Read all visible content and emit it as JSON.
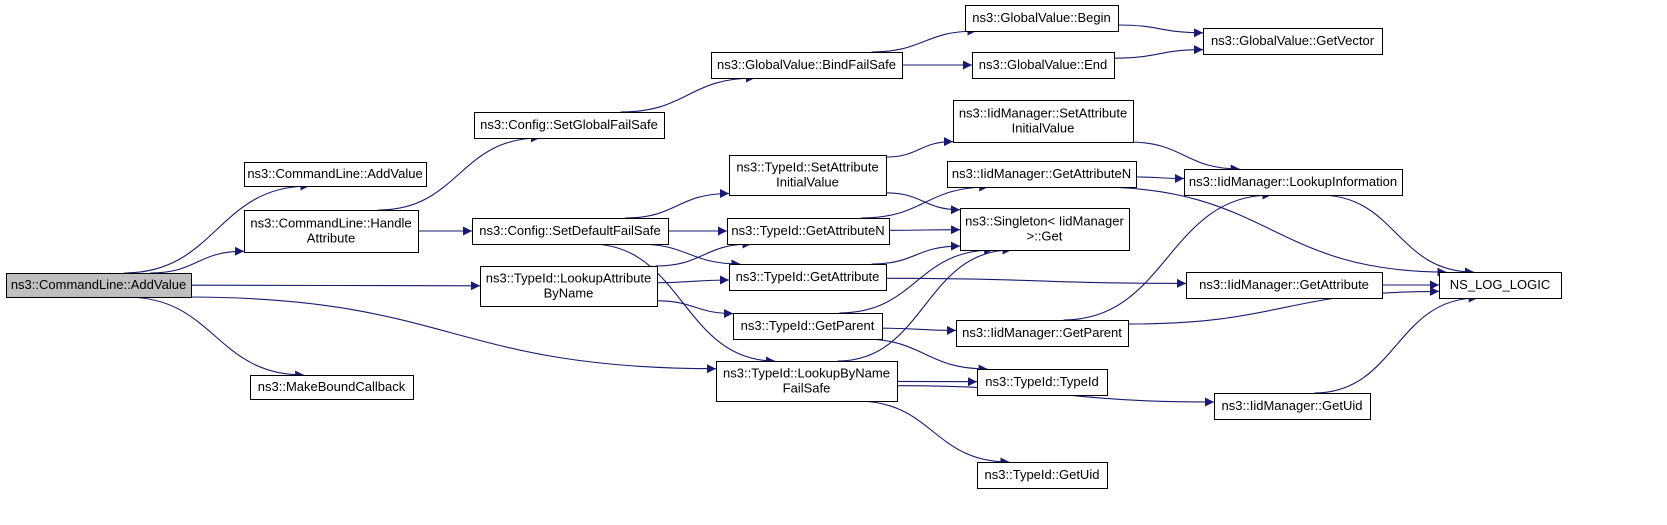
{
  "colors": {
    "edge": "#191970",
    "node_fill": "#ffffff",
    "root_fill": "#bfbfbf",
    "node_border": "#000000"
  },
  "nodes": [
    {
      "id": "root",
      "lines": [
        "ns3::CommandLine::AddValue"
      ],
      "highlight": true
    },
    {
      "id": "cl_addvalue2",
      "lines": [
        "ns3::CommandLine::AddValue"
      ]
    },
    {
      "id": "cl_handle",
      "lines": [
        "ns3::CommandLine::Handle",
        "Attribute"
      ]
    },
    {
      "id": "make_bound",
      "lines": [
        "ns3::MakeBoundCallback"
      ]
    },
    {
      "id": "cfg_global",
      "lines": [
        "ns3::Config::SetGlobalFailSafe"
      ]
    },
    {
      "id": "cfg_default",
      "lines": [
        "ns3::Config::SetDefaultFailSafe"
      ]
    },
    {
      "id": "gv_bind",
      "lines": [
        "ns3::GlobalValue::BindFailSafe"
      ]
    },
    {
      "id": "gv_begin",
      "lines": [
        "ns3::GlobalValue::Begin"
      ]
    },
    {
      "id": "gv_end",
      "lines": [
        "ns3::GlobalValue::End"
      ]
    },
    {
      "id": "gv_vector",
      "lines": [
        "ns3::GlobalValue::GetVector"
      ]
    },
    {
      "id": "tid_lookupattr",
      "lines": [
        "ns3::TypeId::LookupAttribute",
        "ByName"
      ]
    },
    {
      "id": "tid_setattr",
      "lines": [
        "ns3::TypeId::SetAttribute",
        "InitialValue"
      ]
    },
    {
      "id": "tid_getattrn",
      "lines": [
        "ns3::TypeId::GetAttributeN"
      ]
    },
    {
      "id": "tid_getattr",
      "lines": [
        "ns3::TypeId::GetAttribute"
      ]
    },
    {
      "id": "tid_getparent",
      "lines": [
        "ns3::TypeId::GetParent"
      ]
    },
    {
      "id": "tid_lookupbyname",
      "lines": [
        "ns3::TypeId::LookupByName",
        "FailSafe"
      ]
    },
    {
      "id": "tid_typeid",
      "lines": [
        "ns3::TypeId::TypeId"
      ]
    },
    {
      "id": "tid_getuid",
      "lines": [
        "ns3::TypeId::GetUid"
      ]
    },
    {
      "id": "iid_setattr",
      "lines": [
        "ns3::IidManager::SetAttribute",
        "InitialValue"
      ]
    },
    {
      "id": "iid_getattrn",
      "lines": [
        "ns3::IidManager::GetAttributeN"
      ]
    },
    {
      "id": "singleton",
      "lines": [
        "ns3::Singleton< IidManager",
        " >::Get"
      ]
    },
    {
      "id": "iid_lookupinfo",
      "lines": [
        "ns3::IidManager::LookupInformation"
      ]
    },
    {
      "id": "iid_getattr",
      "lines": [
        "ns3::IidManager::GetAttribute"
      ]
    },
    {
      "id": "iid_getparent",
      "lines": [
        "ns3::IidManager::GetParent"
      ]
    },
    {
      "id": "iid_getuid",
      "lines": [
        "ns3::IidManager::GetUid"
      ]
    },
    {
      "id": "log_logic",
      "lines": [
        "NS_LOG_LOGIC"
      ]
    }
  ],
  "edges": [
    [
      "root",
      "cl_addvalue2"
    ],
    [
      "root",
      "cl_handle"
    ],
    [
      "root",
      "make_bound"
    ],
    [
      "root",
      "tid_lookupattr"
    ],
    [
      "root",
      "tid_lookupbyname"
    ],
    [
      "cl_handle",
      "cfg_global"
    ],
    [
      "cl_handle",
      "cfg_default"
    ],
    [
      "cfg_global",
      "gv_bind"
    ],
    [
      "gv_bind",
      "gv_begin"
    ],
    [
      "gv_bind",
      "gv_end"
    ],
    [
      "gv_begin",
      "gv_vector"
    ],
    [
      "gv_end",
      "gv_vector"
    ],
    [
      "cfg_default",
      "tid_setattr"
    ],
    [
      "cfg_default",
      "tid_getattrn"
    ],
    [
      "cfg_default",
      "tid_getattr"
    ],
    [
      "cfg_default",
      "tid_lookupbyname"
    ],
    [
      "tid_setattr",
      "iid_setattr"
    ],
    [
      "tid_setattr",
      "singleton"
    ],
    [
      "tid_lookupattr",
      "tid_getattrn"
    ],
    [
      "tid_lookupattr",
      "tid_getattr"
    ],
    [
      "tid_lookupattr",
      "tid_getparent"
    ],
    [
      "tid_getattrn",
      "iid_getattrn"
    ],
    [
      "tid_getattrn",
      "singleton"
    ],
    [
      "tid_getattr",
      "singleton"
    ],
    [
      "tid_getattr",
      "iid_getattr"
    ],
    [
      "tid_getparent",
      "singleton"
    ],
    [
      "tid_getparent",
      "iid_getparent"
    ],
    [
      "tid_getparent",
      "tid_typeid"
    ],
    [
      "tid_lookupbyname",
      "singleton"
    ],
    [
      "tid_lookupbyname",
      "tid_typeid"
    ],
    [
      "tid_lookupbyname",
      "iid_getuid"
    ],
    [
      "tid_lookupbyname",
      "tid_getuid"
    ],
    [
      "iid_setattr",
      "iid_lookupinfo"
    ],
    [
      "iid_getattrn",
      "iid_lookupinfo"
    ],
    [
      "iid_getattrn",
      "log_logic"
    ],
    [
      "iid_lookupinfo",
      "log_logic"
    ],
    [
      "iid_getattr",
      "log_logic"
    ],
    [
      "iid_getparent",
      "iid_lookupinfo"
    ],
    [
      "iid_getparent",
      "log_logic"
    ],
    [
      "iid_getuid",
      "log_logic"
    ]
  ]
}
